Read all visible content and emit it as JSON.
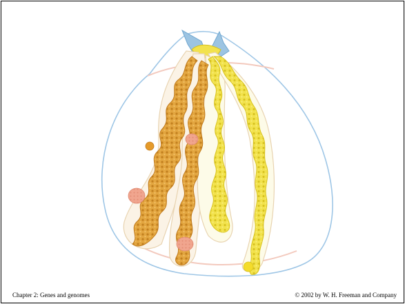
{
  "slide": {
    "footer_left": "Chapter 2: Genes and genomes",
    "footer_right": "© 2002 by W. H. Freeman and Company"
  },
  "illustration": {
    "subject": "polytene chromosome arms in a nucleus",
    "colors": {
      "outline": "#9ec6e6",
      "membrane": "#f3c9bd",
      "orange_chromosome": "#e0a340",
      "orange_chromosome_dark": "#c07a1c",
      "yellow_chromosome": "#f0e04a",
      "yellow_chromosome_dark": "#d8c21e",
      "nucleolus": "#f0a08a",
      "sheath": "#e8d3b0",
      "centromere": "#86b8d8"
    }
  }
}
